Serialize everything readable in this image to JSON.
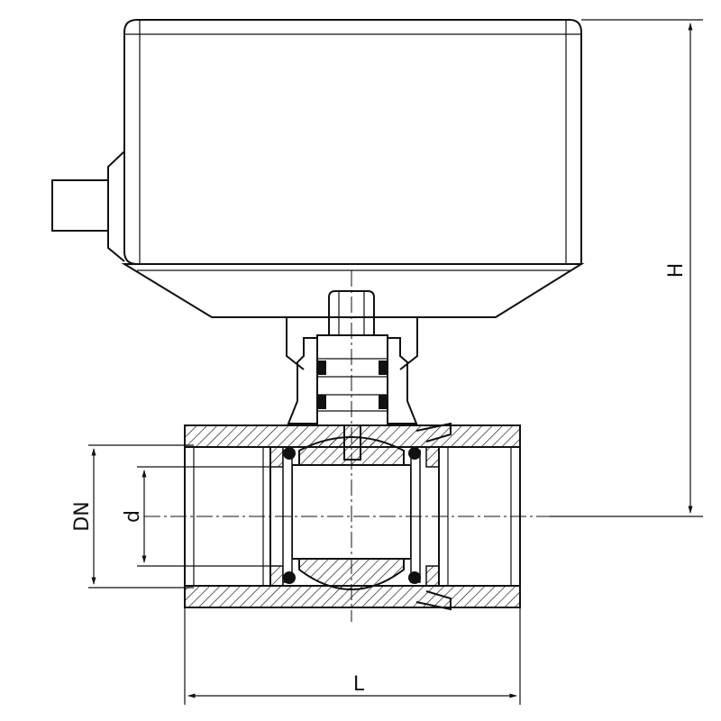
{
  "dimensions": {
    "height_label": "H",
    "length_label": "L",
    "nominal_diameter_label": "DN",
    "bore_label": "d"
  }
}
